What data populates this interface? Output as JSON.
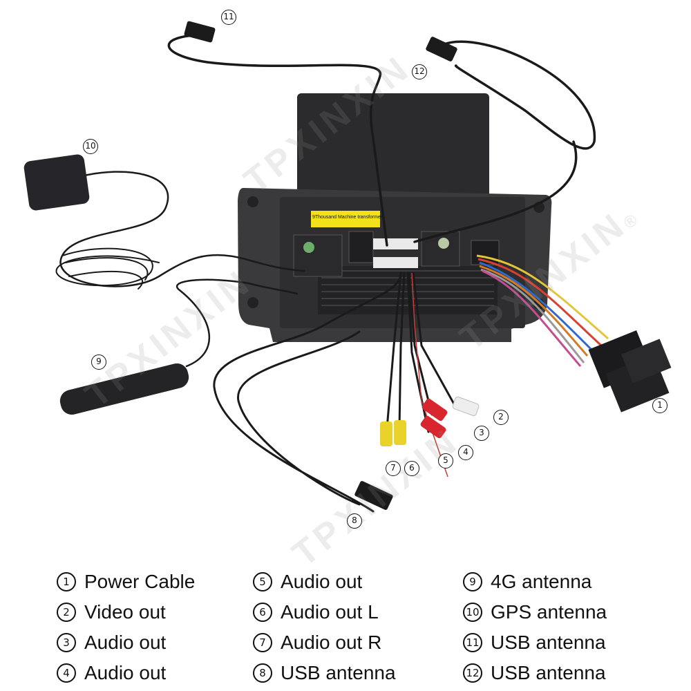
{
  "watermark": "TPXINXIN",
  "watermark_mark": "®",
  "sticker": {
    "line1": "9Thousand Machine transformer"
  },
  "callouts": {
    "c1": "1",
    "c2": "2",
    "c3": "3",
    "c4": "4",
    "c5": "5",
    "c6": "6",
    "c7": "7",
    "c8": "8",
    "c9": "9",
    "c10": "10",
    "c11": "11",
    "c12": "12"
  },
  "legend": {
    "col1": [
      {
        "num": "1",
        "label": "Power Cable"
      },
      {
        "num": "2",
        "label": "Video out"
      },
      {
        "num": "3",
        "label": "Audio out"
      },
      {
        "num": "4",
        "label": "Audio out"
      }
    ],
    "col2": [
      {
        "num": "5",
        "label": "Audio out"
      },
      {
        "num": "6",
        "label": "Audio out L"
      },
      {
        "num": "7",
        "label": "Audio out R"
      },
      {
        "num": "8",
        "label": "USB antenna"
      }
    ],
    "col3": [
      {
        "num": "9",
        "label": "4G antenna"
      },
      {
        "num": "10",
        "label": "GPS antenna"
      },
      {
        "num": "11",
        "label": "USB antenna"
      },
      {
        "num": "12",
        "label": "USB antenna"
      }
    ]
  },
  "colors": {
    "cable": "#1a1a1a",
    "unit": "#2a2a2a",
    "sticker": "#f3e21a",
    "rca_red": "#d8262e",
    "rca_yellow": "#e9d32a",
    "rca_white": "#eeeeee"
  }
}
